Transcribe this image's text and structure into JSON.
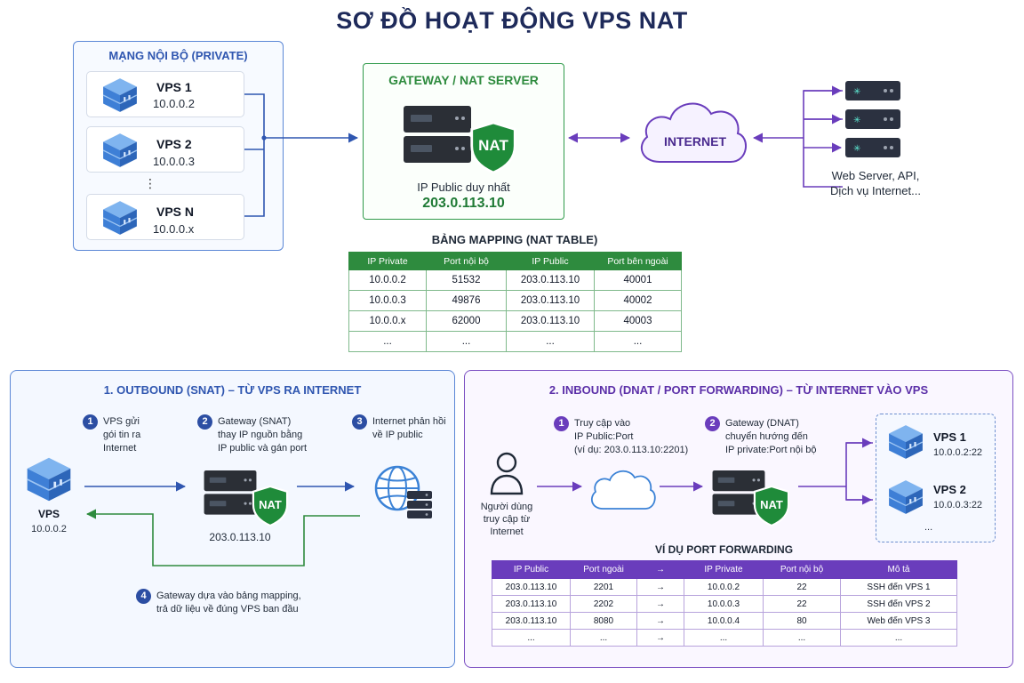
{
  "title": "SƠ ĐỒ HOẠT ĐỘNG VPS NAT",
  "private_network": {
    "title": "MẠNG NỘI BỘ (PRIVATE)",
    "vps": [
      {
        "name": "VPS 1",
        "ip": "10.0.0.2"
      },
      {
        "name": "VPS 2",
        "ip": "10.0.0.3"
      },
      {
        "name": "VPS N",
        "ip": "10.0.0.x"
      }
    ],
    "ellipsis": "⋮"
  },
  "gateway": {
    "title": "GATEWAY / NAT SERVER",
    "badge": "NAT",
    "ip_label": "IP Public duy nhất",
    "ip": "203.0.113.10"
  },
  "internet": {
    "label": "INTERNET"
  },
  "web_servers": {
    "label_line1": "Web Server, API,",
    "label_line2": "Dịch vụ Internet..."
  },
  "nat_table": {
    "title": "BẢNG MAPPING (NAT TABLE)",
    "headers": [
      "IP Private",
      "Port nội bộ",
      "IP Public",
      "Port bên ngoài"
    ],
    "rows": [
      [
        "10.0.0.2",
        "51532",
        "203.0.113.10",
        "40001"
      ],
      [
        "10.0.0.3",
        "49876",
        "203.0.113.10",
        "40002"
      ],
      [
        "10.0.0.x",
        "62000",
        "203.0.113.10",
        "40003"
      ],
      [
        "...",
        "...",
        "...",
        "..."
      ]
    ]
  },
  "outbound": {
    "title": "1. OUTBOUND (SNAT) – TỪ VPS RA INTERNET",
    "steps": [
      {
        "num": "1",
        "text": "VPS gửi\ngói tin ra\nInternet"
      },
      {
        "num": "2",
        "text": "Gateway (SNAT)\nthay IP nguồn bằng\nIP public và gán port"
      },
      {
        "num": "3",
        "text": "Internet phản hồi\nvề IP public"
      },
      {
        "num": "4",
        "text": "Gateway dựa vào bảng mapping,\ntrả dữ liệu về đúng VPS ban đầu"
      }
    ],
    "vps_name": "VPS",
    "vps_ip": "10.0.0.2",
    "gateway_ip": "203.0.113.10",
    "badge": "NAT"
  },
  "inbound": {
    "title": "2. INBOUND (DNAT / PORT FORWARDING) – TỪ INTERNET VÀO VPS",
    "steps": [
      {
        "num": "1",
        "text": "Truy cập vào\nIP Public:Port\n(ví dụ: 203.0.113.10:2201)"
      },
      {
        "num": "2",
        "text": "Gateway (DNAT)\nchuyển hướng đến\nIP private:Port nội bộ"
      }
    ],
    "user_label": "Người dùng\ntruy cập từ\nInternet",
    "badge": "NAT",
    "vps": [
      {
        "name": "VPS 1",
        "ip": "10.0.0.2:22"
      },
      {
        "name": "VPS 2",
        "ip": "10.0.0.3:22"
      }
    ],
    "vps_more": "...",
    "pf_title": "VÍ DỤ PORT FORWARDING",
    "pf_headers": [
      "IP Public",
      "Port ngoài",
      "→",
      "IP Private",
      "Port nội bộ",
      "Mô tả"
    ],
    "pf_rows": [
      [
        "203.0.113.10",
        "2201",
        "→",
        "10.0.0.2",
        "22",
        "SSH đến VPS 1"
      ],
      [
        "203.0.113.10",
        "2202",
        "→",
        "10.0.0.3",
        "22",
        "SSH đến VPS 2"
      ],
      [
        "203.0.113.10",
        "8080",
        "→",
        "10.0.0.4",
        "80",
        "Web đến VPS 3"
      ],
      [
        "...",
        "...",
        "→",
        "...",
        "...",
        "..."
      ]
    ]
  },
  "colors": {
    "blue": "#2f56b0",
    "green": "#2e8b3e",
    "purple": "#6a3dbc",
    "navy": "#1e2a5a"
  }
}
